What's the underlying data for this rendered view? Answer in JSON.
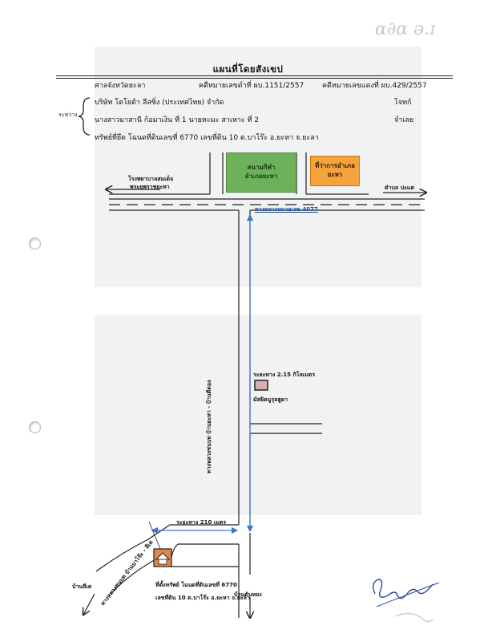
{
  "document": {
    "title": "แผนที่โดยสังเขป",
    "court": "ศาลจังหวัดยะลา",
    "black_case_no": "คดีหมายเลขดำที่ ผบ.1151/2557",
    "red_case_no": "คดีหมายเลขแดงที่ ผบ.429/2557",
    "between_label": "ระหว่าง",
    "plaintiff_name": "บริษัท โตโยต้า ลีสซิ่ง (ประเทศไทย) จำกัด",
    "plaintiff_role": "โจทก์",
    "defendant_name": "นางสาวมาสานี ก้อมาเงิน ที่ 1 นายหะมะ สาเหาะ ที่ 2",
    "defendant_role": "จำเลย",
    "seized_property": "ทรัพย์ที่ยึด   โฉนดที่ดินเลขที่ 6770 เลขที่ดิน 10 ต.บาโร๊ะ อ.ยะหา จ.ยะลา"
  },
  "map": {
    "stadium_line1": "สนามกีฬา",
    "stadium_line2": "อำเภอยะหา",
    "district_office_line1": "ที่ว่าการอำเภอ",
    "district_office_line2": "ยะหา",
    "hospital_line1": "โรงพยาบาลสมเด็จ",
    "hospital_line2": "พระยุพราชยะหา",
    "to_pranae": "ตำบล ปะแต",
    "highway": "ทางหลวงหมายเลข 4077",
    "side_road": "ทางหลวงชนบท บ้านยะหา - บ้านตีตอง",
    "distance_main": "ระยะทาง 2.15 กิโลเมตร",
    "mosque": "มัสยิดนูรุลฮูดา",
    "distance_branch": "ระยะทาง 210 เมตร",
    "branch_road": "ทางหลวงชนบท บ้านบาโร๊ะ - ลีเด",
    "to_lidae": "บ้านลีเด",
    "to_tontong": "บ้านตันหยง",
    "property_line1": "ที่ตั้งทรัพย์  โฉนดที่ดินเลขที่ 6770",
    "property_line2": "เลขที่ดิน 10 ต.บาโร๊ะ อ.ยะหา จ.ยะลา"
  },
  "colors": {
    "stadium": "#6db25a",
    "district_office": "#f5a33a",
    "arrow_blue": "#3c78c8",
    "mosque": "#d9b0b0"
  }
}
